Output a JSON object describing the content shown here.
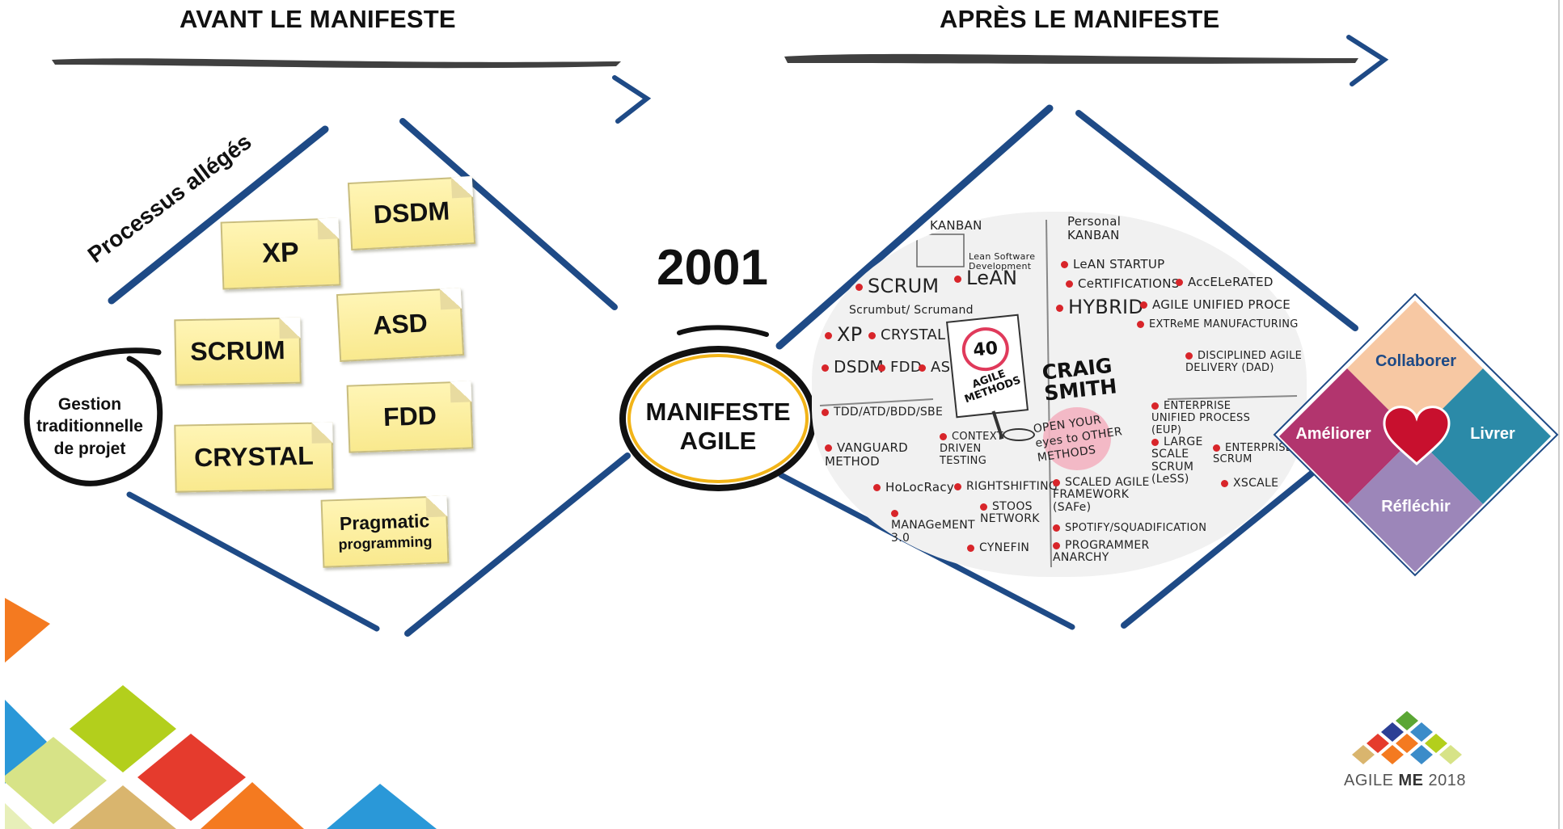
{
  "headers": {
    "before": "AVANT LE MANIFESTE",
    "after": "APRÈS LE MANIFESTE"
  },
  "before": {
    "rotated_label": "Processus allégés",
    "circle_label": "Gestion traditionnelle de projet",
    "notes": {
      "xp": "XP",
      "dsdm": "DSDM",
      "scrum": "SCRUM",
      "asd": "ASD",
      "fdd": "FDD",
      "crystal": "CRYSTAL",
      "pragmatic_line1": "Pragmatic",
      "pragmatic_line2": "programming"
    }
  },
  "center": {
    "year": "2001",
    "manifesto_line1": "MANIFESTE",
    "manifesto_line2": "AGILE"
  },
  "sketchnote": {
    "sign_number": "40",
    "sign_text": "AGILE METHODS",
    "author": "CRAIG SMITH",
    "items": {
      "kanban": "KANBAN",
      "scrum": "SCRUM",
      "scrumbut": "Scrumbut/ Scrumand",
      "lean": "LeAN",
      "lean_note": "Lean Software Development",
      "xp": "XP",
      "crystal": "CRYSTAL",
      "dsdm": "DSDM",
      "fdd": "FDD",
      "asd": "ASD",
      "personal_kanban": "Personal KANBAN",
      "lean_startup": "LeAN STARTUP",
      "certifications": "CeRTIFICATIONS",
      "accelerated": "AccELeRATED",
      "hybrid": "HYBRID",
      "agile_unified": "AGILE UNIFIED PROCE",
      "extreme": "EXTReME MANUFACTURING",
      "disciplined": "DISCIPLINED AGILE DELIVERY (DAD)",
      "tdd": "TDD/ATD/BDD/SBE",
      "vanguard": "VANGUARD METHOD",
      "context": "CONTEXT DRIVEN TESTING",
      "holocracy": "HoLocRacy",
      "rightshifting": "RIGHTSHIFTING",
      "management30": "MANAGeMENT 3.0",
      "stoos": "STOOS NETWORK",
      "cynefin": "CYNEFIN",
      "open_eyes": "OPEN YOUR eyes to OTHER METHODS",
      "enterprise_unified": "ENTERPRISE UNIFIED PROCESS (EUP)",
      "less": "LARGE SCALE SCRUM (LeSS)",
      "enterprise_scrum": "ENTERPRISE SCRUM",
      "safe": "SCALED AGILE FRAMEWORK (SAFe)",
      "xscale": "XSCALE",
      "spotify": "SPOTIFY/SQUADIFICATION",
      "programmer_anarchy": "PROGRAMMER ANARCHY"
    }
  },
  "values_diamond": {
    "top": "Collaborer",
    "left": "Améliorer",
    "right": "Livrer",
    "bottom": "Réfléchir"
  },
  "logo": {
    "prefix": "AGILE ",
    "bold": "ME",
    "suffix": " 2018"
  },
  "colors": {
    "arrow": "#404040",
    "chevron": "#1e4a86",
    "diamond_border": "#1e4a86",
    "collaborer": "#f7c8a3",
    "ameliorer": "#b2356e",
    "livrer": "#2b8aa8",
    "reflechir": "#9c86b9",
    "heart": "#c8102e"
  },
  "icons": [
    "heart-icon",
    "red-dot-icon",
    "chevron-right-icon"
  ]
}
